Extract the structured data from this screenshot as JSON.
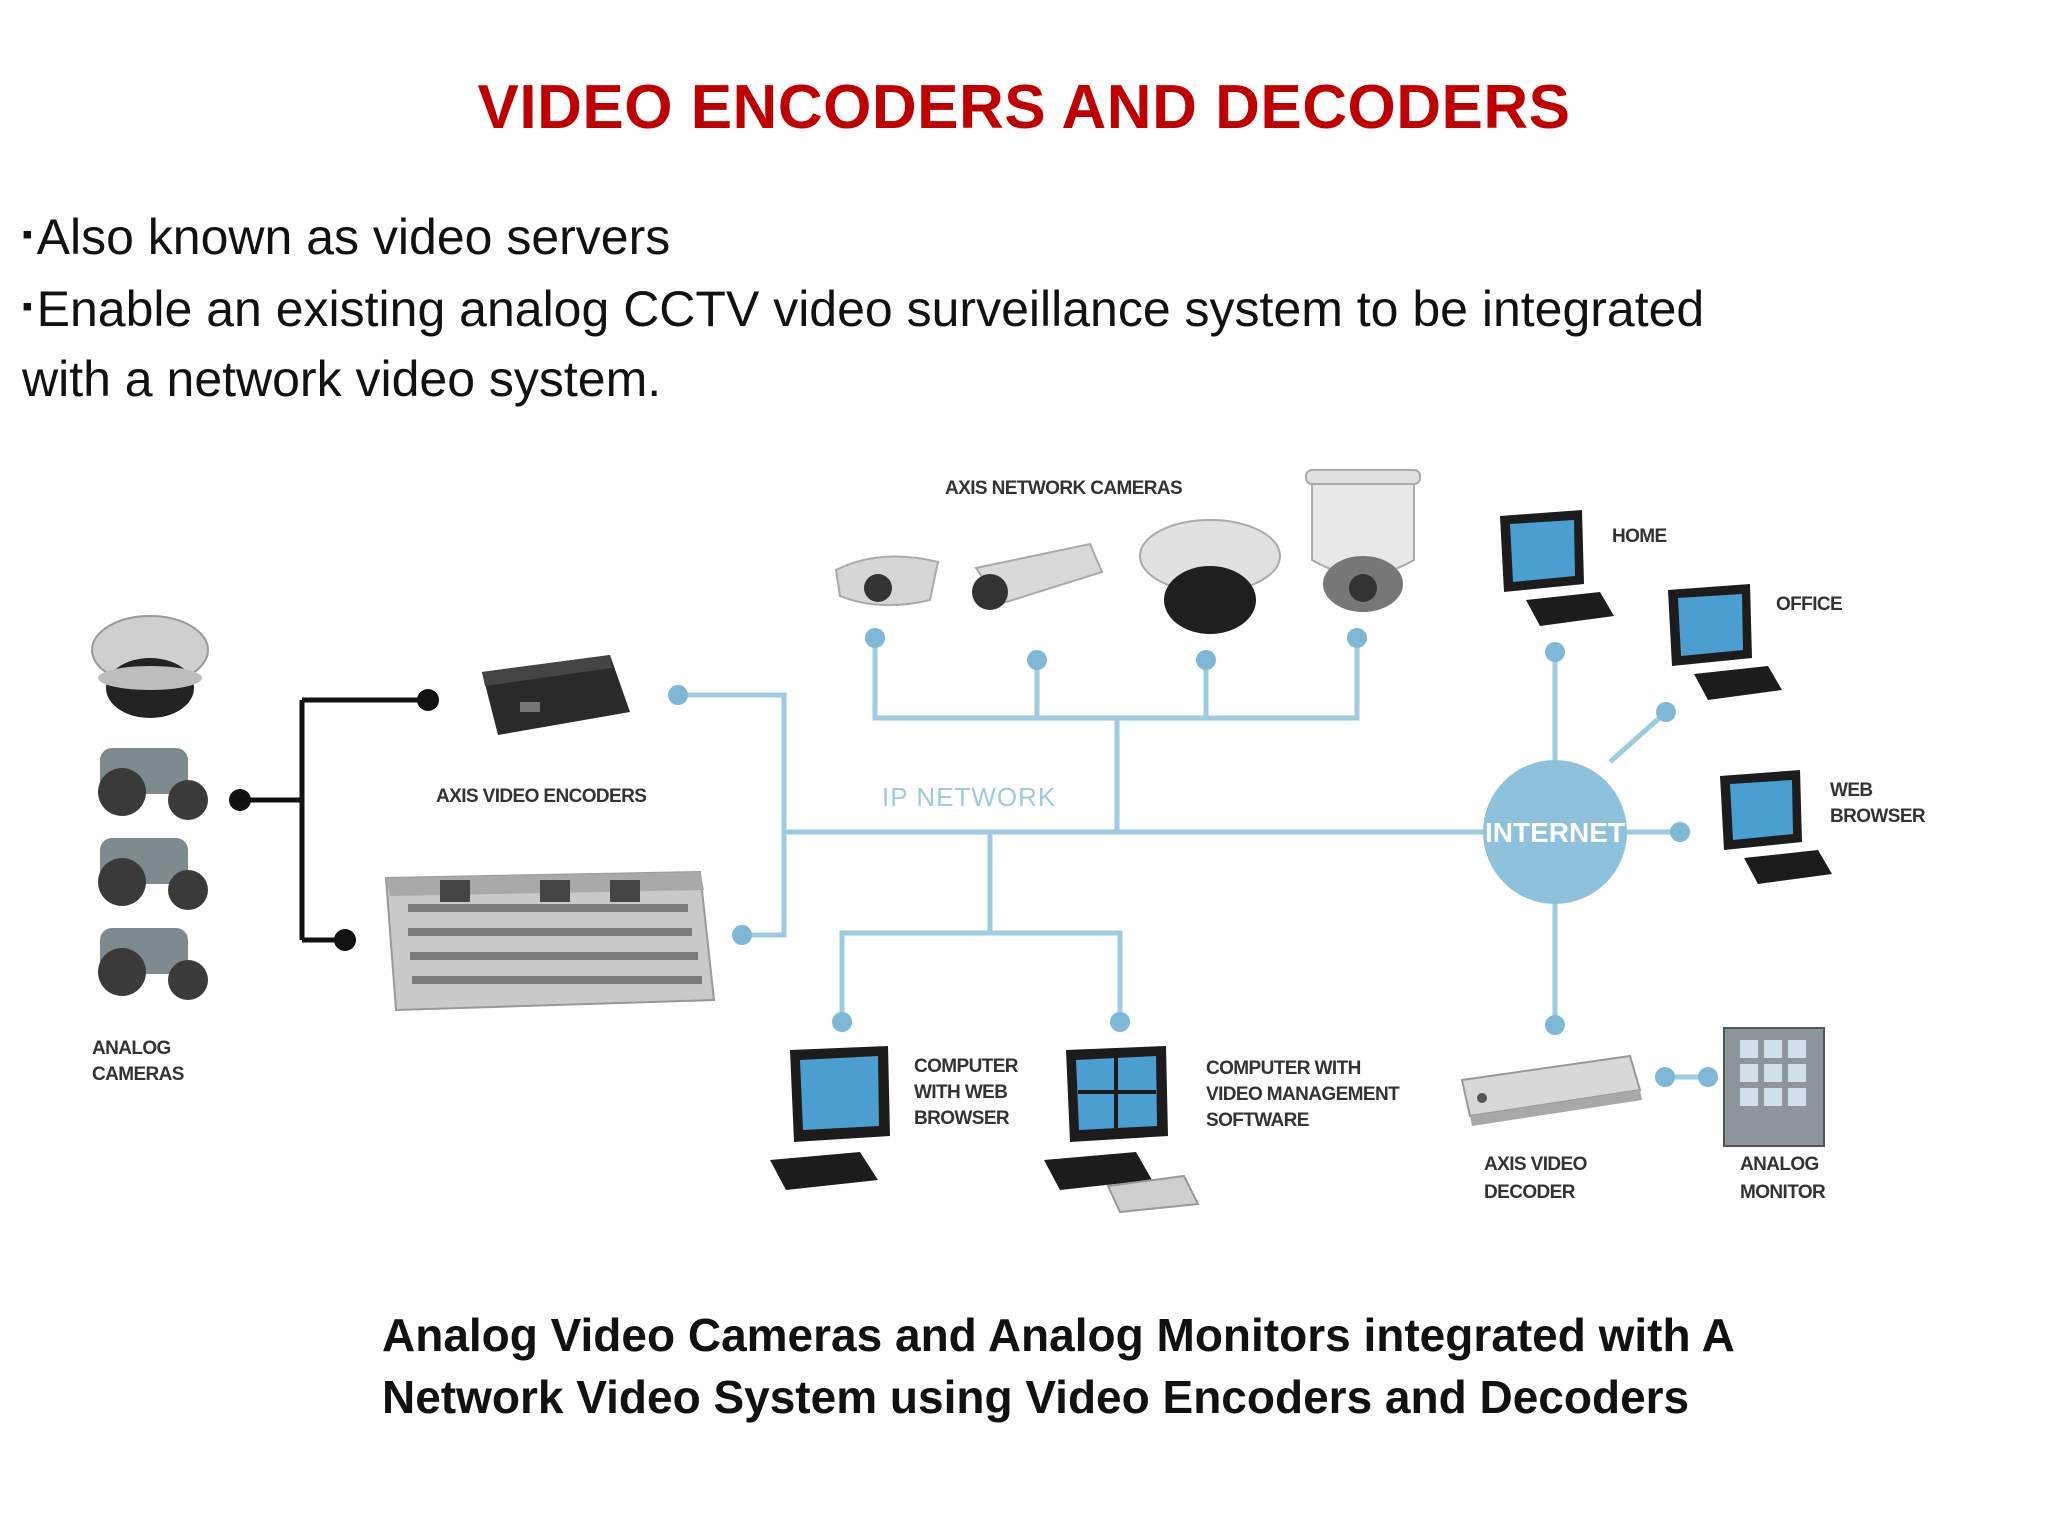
{
  "title": "VIDEO ENCODERS AND DECODERS",
  "bullets": [
    "Also known as video servers",
    "Enable an existing analog CCTV video surveillance system to be integrated",
    "with a network video system."
  ],
  "bullet_marker": "▪",
  "diagram": {
    "labels": {
      "network_cameras": "AXIS NETWORK CAMERAS",
      "video_encoders": "AXIS VIDEO ENCODERS",
      "ip_network": "IP NETWORK",
      "internet": "INTERNET",
      "analog_cameras": [
        "ANALOG",
        "CAMERAS"
      ],
      "home": "HOME",
      "office": "OFFICE",
      "web_browser": [
        "WEB",
        "BROWSER"
      ],
      "computer_web": [
        "COMPUTER",
        "WITH WEB",
        "BROWSER"
      ],
      "computer_vms": [
        "COMPUTER WITH",
        "VIDEO MANAGEMENT",
        "SOFTWARE"
      ],
      "video_decoder": [
        "AXIS VIDEO",
        "DECODER"
      ],
      "analog_monitor": [
        "ANALOG",
        "MONITOR"
      ]
    },
    "colors": {
      "network_line": "#9ecbe0",
      "node": "#7fb8d6",
      "internet_fill": "#8ec2dc",
      "screen": "#4a9fd0",
      "device_dark": "#2b2b2b"
    }
  },
  "caption": [
    "Analog Video Cameras and Analog Monitors integrated with A",
    "Network Video System using Video Encoders and Decoders"
  ]
}
